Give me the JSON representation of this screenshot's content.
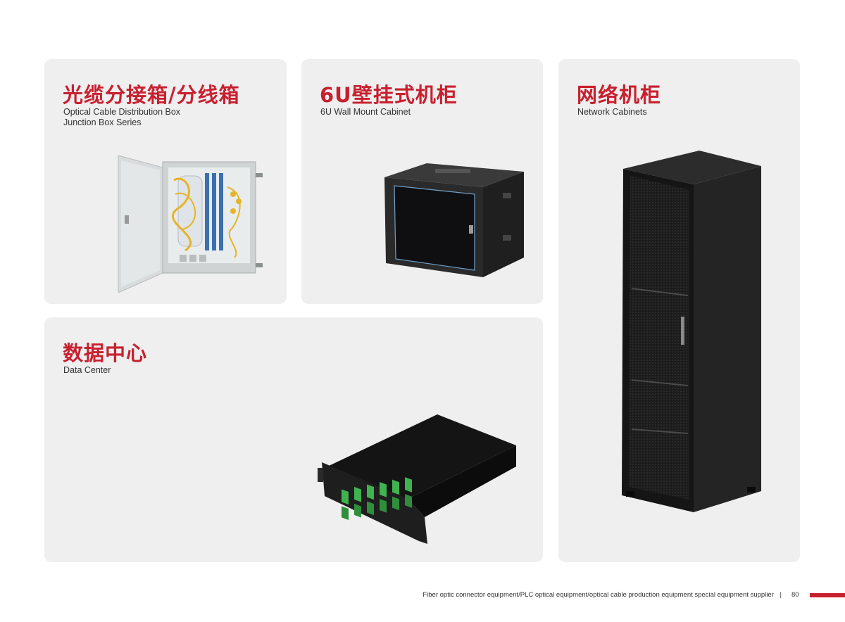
{
  "cards": {
    "junction_box": {
      "title": "光缆分接箱/分线箱",
      "subtitle_line1": "Optical Cable Distribution Box",
      "subtitle_line2": "Junction Box Series"
    },
    "wall_cabinet": {
      "title": "6U壁挂式机柜",
      "subtitle_line1": "6U Wall Mount Cabinet"
    },
    "network_cabinet": {
      "title": "网络机柜",
      "subtitle_line1": "Network Cabinets"
    },
    "data_center": {
      "title": "数据中心",
      "subtitle_line1": "Data Center"
    }
  },
  "footer": {
    "text": "Fiber optic connector equipment/PLC optical equipment/optical cable production equipment special equipment supplier",
    "separator": "|",
    "page_number": "80"
  },
  "colors": {
    "accent": "#c8202f",
    "card_bg": "#efefef",
    "adapter_green": "#3fb34f"
  }
}
